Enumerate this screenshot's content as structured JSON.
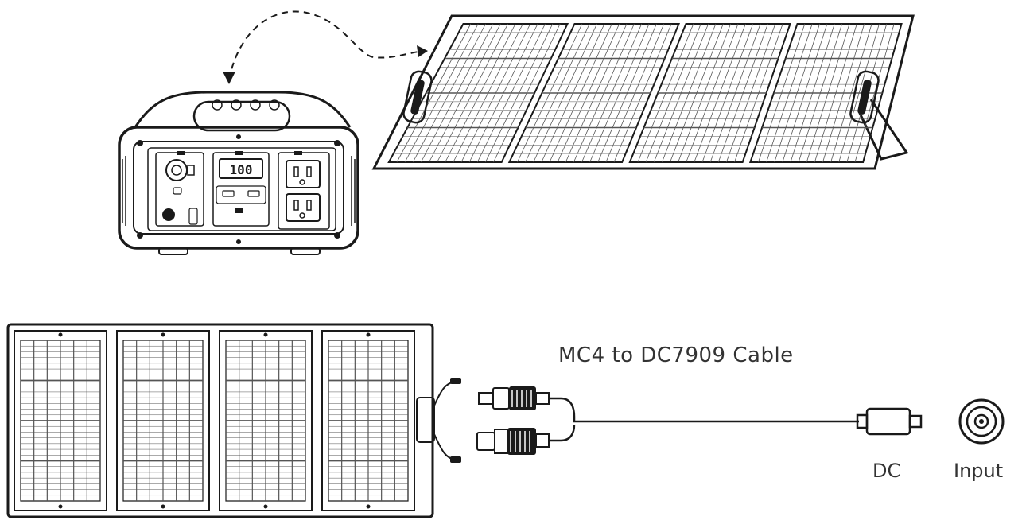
{
  "labels": {
    "cable": "MC4 to DC7909 Cable",
    "dc": "DC",
    "input": "Input"
  },
  "display": {
    "lcd_value": "100"
  },
  "colors": {
    "line": "#1a1a1a",
    "cell_line": "#555555",
    "label": "#333333",
    "background": "#ffffff"
  }
}
